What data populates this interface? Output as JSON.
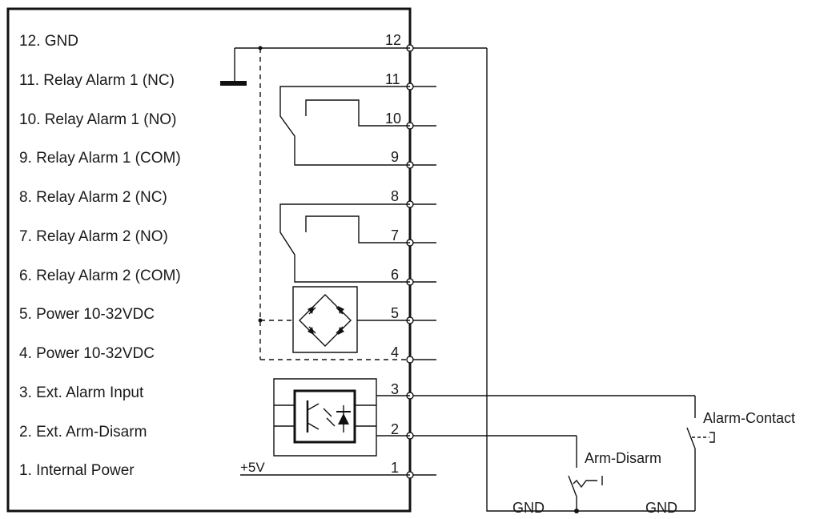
{
  "pins": [
    {
      "label": "12. GND",
      "number": "12"
    },
    {
      "label": "11. Relay Alarm 1 (NC)",
      "number": "11"
    },
    {
      "label": "10. Relay Alarm 1 (NO)",
      "number": "10"
    },
    {
      "label": "9. Relay Alarm 1 (COM)",
      "number": "9"
    },
    {
      "label": "8. Relay Alarm 2 (NC)",
      "number": "8"
    },
    {
      "label": "7. Relay Alarm 2 (NO)",
      "number": "7"
    },
    {
      "label": "6. Relay Alarm 2 (COM)",
      "number": "6"
    },
    {
      "label": "5. Power 10-32VDC",
      "number": "5"
    },
    {
      "label": "4. Power 10-32VDC",
      "number": "4"
    },
    {
      "label": "3. Ext. Alarm Input",
      "number": "3"
    },
    {
      "label": "2. Ext. Arm-Disarm",
      "number": "2"
    },
    {
      "label": "1. Internal Power",
      "number": "1"
    }
  ],
  "internal": {
    "plus5v": "+5V"
  },
  "external": {
    "alarm_contact": "Alarm-Contact",
    "arm_disarm": "Arm-Disarm",
    "gnd_left": "GND",
    "gnd_right": "GND"
  }
}
